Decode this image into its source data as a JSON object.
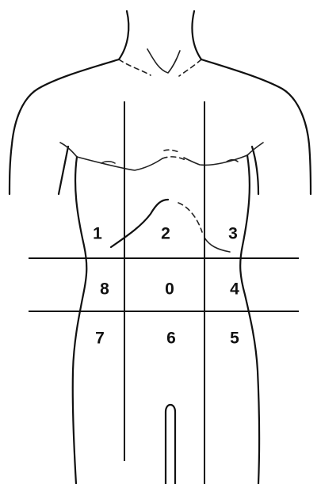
{
  "regions": [
    {
      "id": "region-1",
      "label": "1"
    },
    {
      "id": "region-2",
      "label": "2"
    },
    {
      "id": "region-3",
      "label": "3"
    },
    {
      "id": "region-8",
      "label": "8"
    },
    {
      "id": "region-0",
      "label": "0"
    },
    {
      "id": "region-4",
      "label": "4"
    },
    {
      "id": "region-7",
      "label": "7"
    },
    {
      "id": "region-6",
      "label": "6"
    },
    {
      "id": "region-5",
      "label": "5"
    }
  ]
}
